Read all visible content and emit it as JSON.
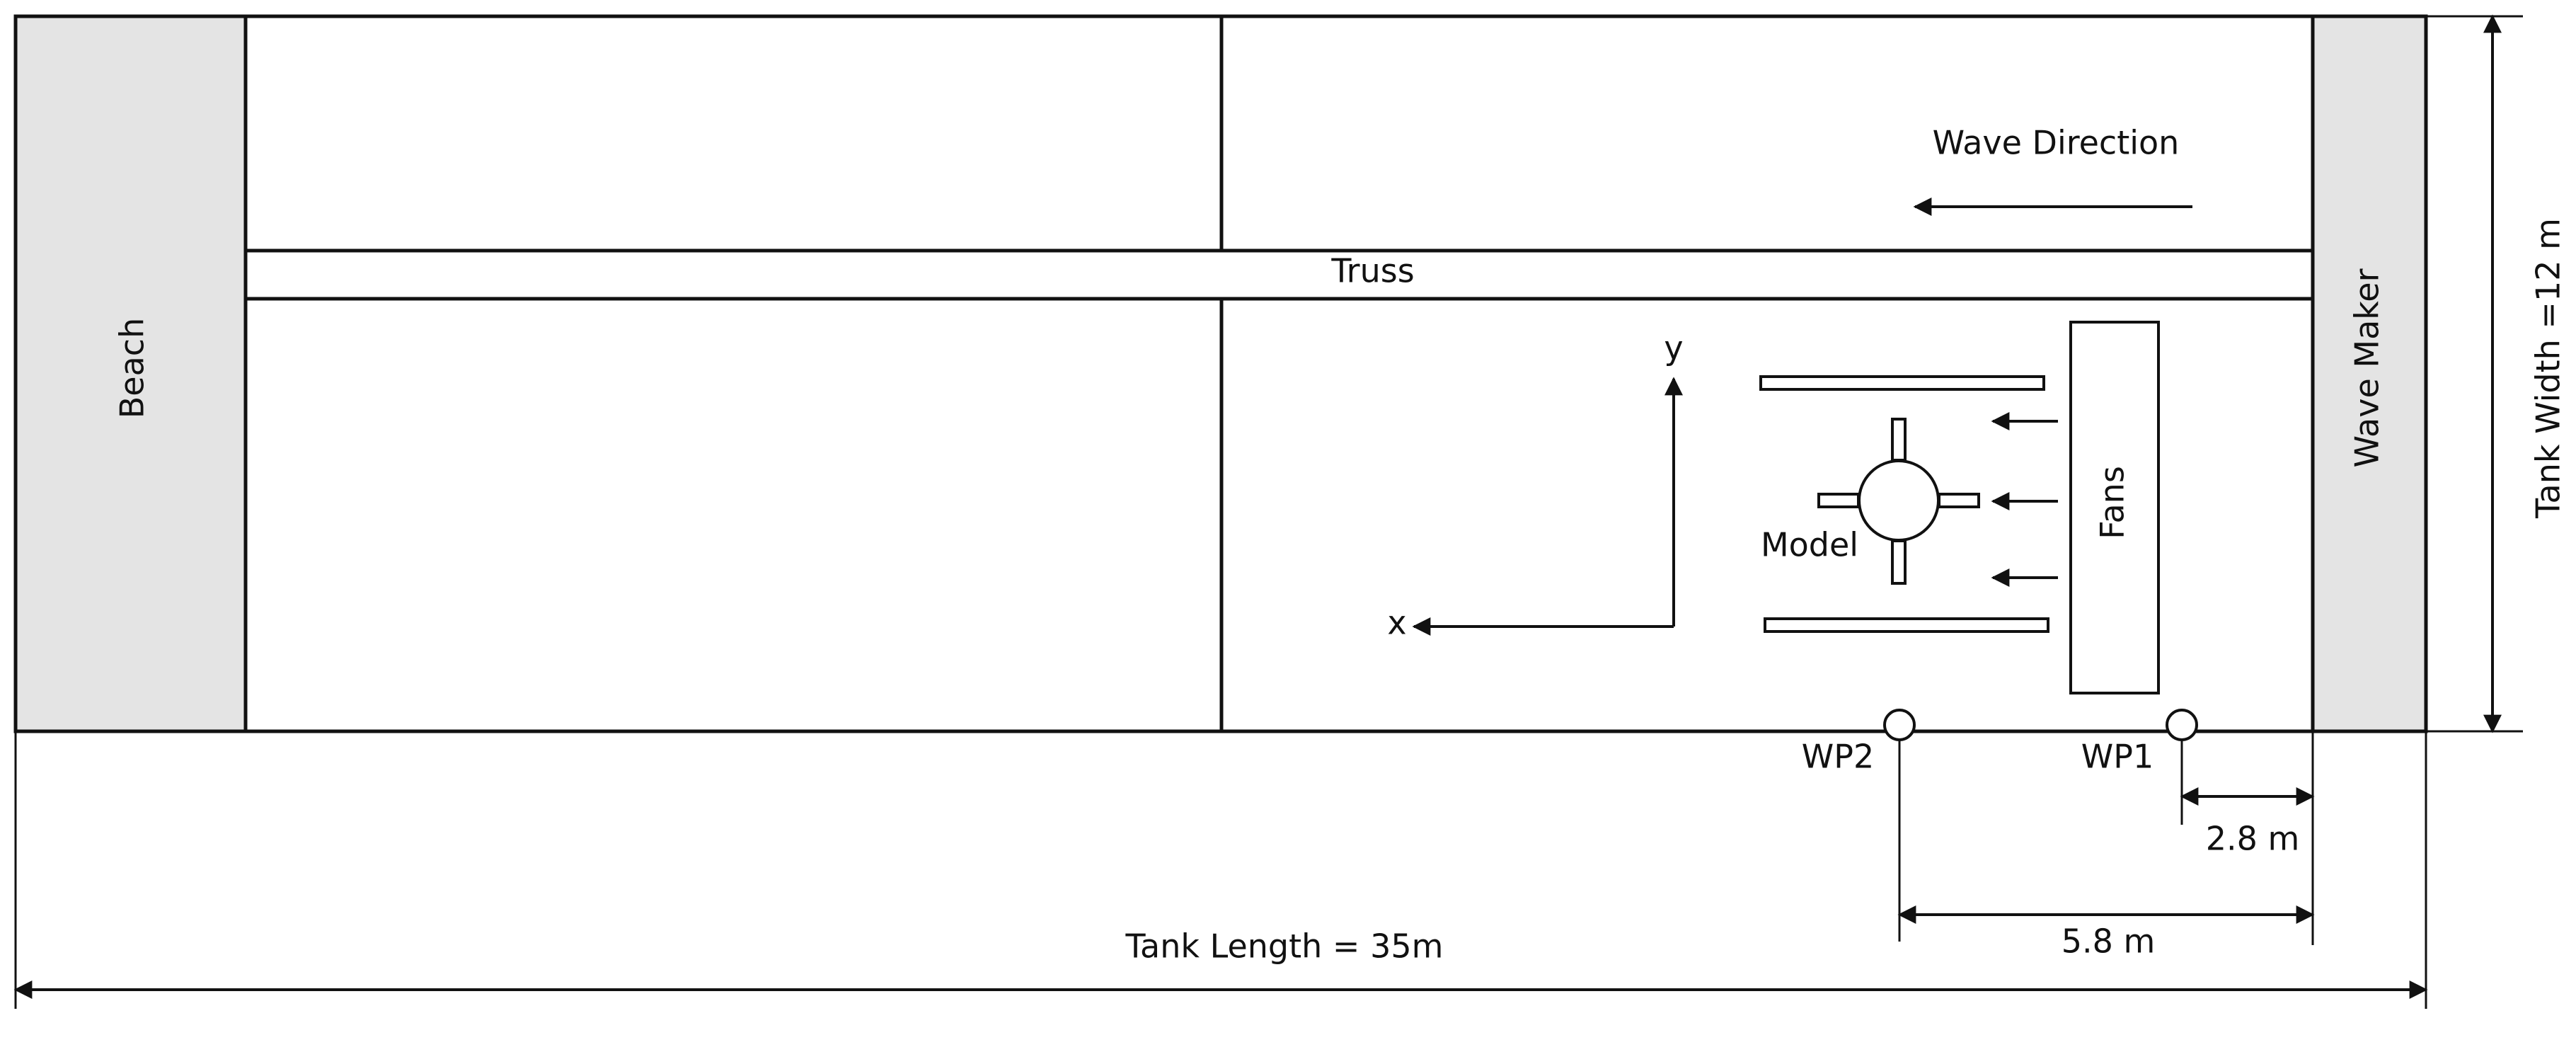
{
  "diagram": {
    "labels": {
      "beach": "Beach",
      "truss": "Truss",
      "wave_direction": "Wave Direction",
      "wave_maker": "Wave Maker",
      "fans": "Fans",
      "model": "Model",
      "axis_x": "x",
      "axis_y": "y",
      "wp1": "WP1",
      "wp2": "WP2",
      "dim_wp1": "2.8 m",
      "dim_wp2": "5.8 m",
      "tank_length": "Tank Length = 35m",
      "tank_width": "Tank Width =12 m"
    },
    "colors": {
      "line": "#111111",
      "end_fill": "#e4e4e4",
      "background": "#ffffff"
    }
  }
}
